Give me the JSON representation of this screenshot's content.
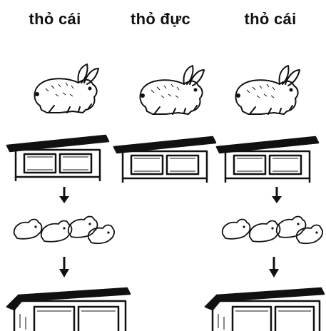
{
  "labels": {
    "left": "thỏ cái",
    "middle": "thỏ đực",
    "right": "thỏ cái"
  },
  "icons": {
    "rabbit": "rabbit-icon",
    "hutch": "hutch-icon",
    "arrow": "arrow-down-icon",
    "litter": "baby-rabbits-icon"
  },
  "colors": {
    "ink": "#111111",
    "paper": "#ffffff"
  }
}
